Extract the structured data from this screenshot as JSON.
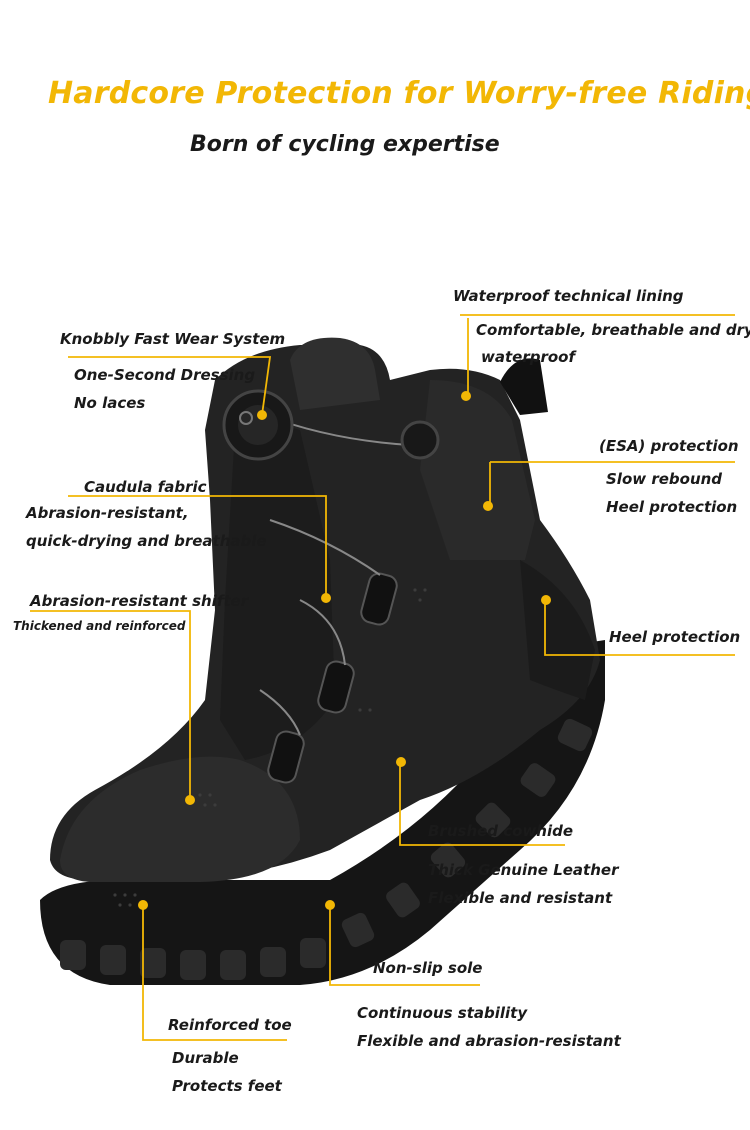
{
  "headline": "Hardcore Protection for Worry-free Riding",
  "subheadline": "Born of cycling expertise",
  "colors": {
    "accent": "#f2b705",
    "boot": "#1f1f1f",
    "text": "#1a1a1a"
  },
  "callouts": {
    "knob": {
      "title": "Knobbly Fast Wear System",
      "line1": "One-Second Dressing",
      "line2": "No laces"
    },
    "lining": {
      "title": "Waterproof technical lining",
      "line1": "Comfortable, breathable and dry,",
      "line2": "waterproof"
    },
    "esa": {
      "title": "(ESA) protection",
      "line1": "Slow rebound",
      "line2": "Heel protection"
    },
    "fabric": {
      "title": "Caudula fabric",
      "line1": "Abrasion-resistant,",
      "line2": "quick-drying and breathable"
    },
    "shifter": {
      "title": "Abrasion-resistant shifter",
      "line1": "Thickened and reinforced"
    },
    "heel": {
      "title": "Heel protection"
    },
    "cowhide": {
      "title": "Brushed cowhide",
      "line1": "Thick Genuine Leather",
      "line2": "Flexible and resistant"
    },
    "sole": {
      "title": "Non-slip sole",
      "line1": "Continuous stability",
      "line2": "Flexible and abrasion-resistant"
    },
    "toe": {
      "title": "Reinforced toe",
      "line1": "Durable",
      "line2": "Protects feet"
    }
  }
}
